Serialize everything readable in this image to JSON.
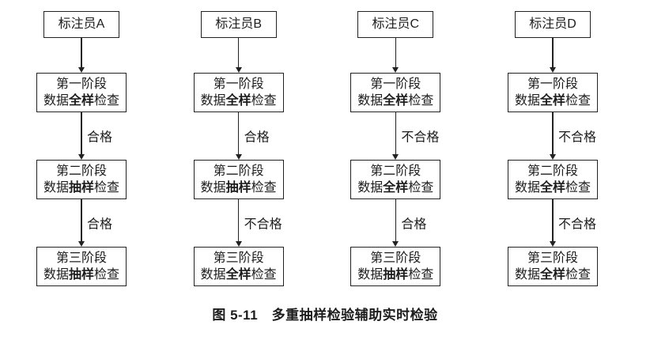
{
  "caption": "图 5-11　多重抽样检验辅助实时检验",
  "columns": [
    {
      "annotator": "标注员A",
      "stages": [
        {
          "title": "第一阶段",
          "prefix": "数据",
          "bold": "全样",
          "suffix": "检查"
        },
        {
          "title": "第二阶段",
          "prefix": "数据",
          "bold": "抽样",
          "suffix": "检查"
        },
        {
          "title": "第三阶段",
          "prefix": "数据",
          "bold": "抽样",
          "suffix": "检查"
        }
      ],
      "arrow_labels": [
        "合格",
        "合格"
      ]
    },
    {
      "annotator": "标注员B",
      "stages": [
        {
          "title": "第一阶段",
          "prefix": "数据",
          "bold": "全样",
          "suffix": "检查"
        },
        {
          "title": "第二阶段",
          "prefix": "数据",
          "bold": "抽样",
          "suffix": "检查"
        },
        {
          "title": "第三阶段",
          "prefix": "数据",
          "bold": "全样",
          "suffix": "检查"
        }
      ],
      "arrow_labels": [
        "合格",
        "不合格"
      ]
    },
    {
      "annotator": "标注员C",
      "stages": [
        {
          "title": "第一阶段",
          "prefix": "数据",
          "bold": "全样",
          "suffix": "检查"
        },
        {
          "title": "第二阶段",
          "prefix": "数据",
          "bold": "全样",
          "suffix": "检查"
        },
        {
          "title": "第三阶段",
          "prefix": "数据",
          "bold": "抽样",
          "suffix": "检查"
        }
      ],
      "arrow_labels": [
        "不合格",
        "合格"
      ]
    },
    {
      "annotator": "标注员D",
      "stages": [
        {
          "title": "第一阶段",
          "prefix": "数据",
          "bold": "全样",
          "suffix": "检查"
        },
        {
          "title": "第二阶段",
          "prefix": "数据",
          "bold": "全样",
          "suffix": "检查"
        },
        {
          "title": "第三阶段",
          "prefix": "数据",
          "bold": "全样",
          "suffix": "检查"
        }
      ],
      "arrow_labels": [
        "不合格",
        "不合格"
      ]
    }
  ]
}
